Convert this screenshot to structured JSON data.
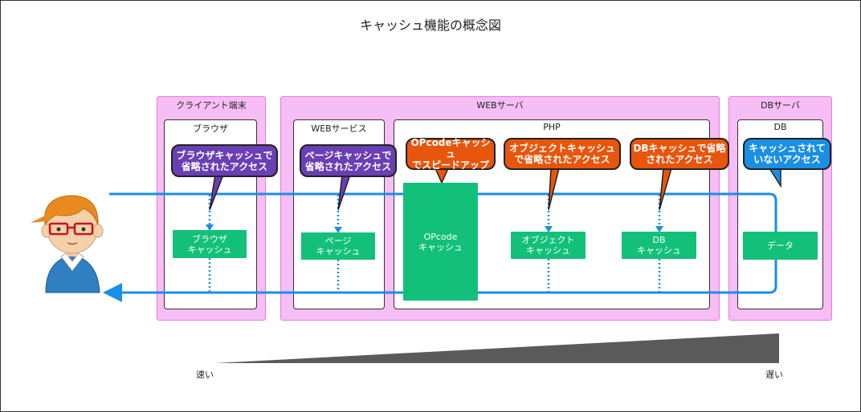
{
  "title": "キャッシュ機能の概念図",
  "zones": {
    "client": "クライアント端末",
    "web": "WEBサーバ",
    "db": "DBサーバ"
  },
  "boxes": {
    "browser": "ブラウザ",
    "webservice": "WEBサービス",
    "php": "PHP",
    "db": "DB"
  },
  "caches": {
    "browser": "ブラウザ\nキャッシュ",
    "page": "ページ\nキャッシュ",
    "opcode": "OPcode\nキャッシュ",
    "object": "オブジェクト\nキャッシュ",
    "db": "DB\nキャッシュ",
    "data": "データ"
  },
  "bubbles": {
    "browser": "ブラウザキャッシュで\n省略されたアクセス",
    "page": "ページキャッシュで\n省略されたアクセス",
    "opcode": "OPcodeキャッシュ\nでスピードアップ",
    "object": "オブジェクトキャッシュ\nで省略されたアクセス",
    "db": "DBキャッシュで省略\nされたアクセス",
    "uncached": "キャッシュされて\nいないアクセス"
  },
  "speed": {
    "fast": "速い",
    "slow": "遅い"
  },
  "colors": {
    "zone": "#f7bef5",
    "cache": "#13c07a",
    "arrow": "#1a8fe3",
    "bubble_purple": "#6a3fb3",
    "bubble_orange": "#e8550c",
    "bubble_blue": "#1a8fe3"
  },
  "icons": {
    "user": "user-avatar-icon"
  }
}
